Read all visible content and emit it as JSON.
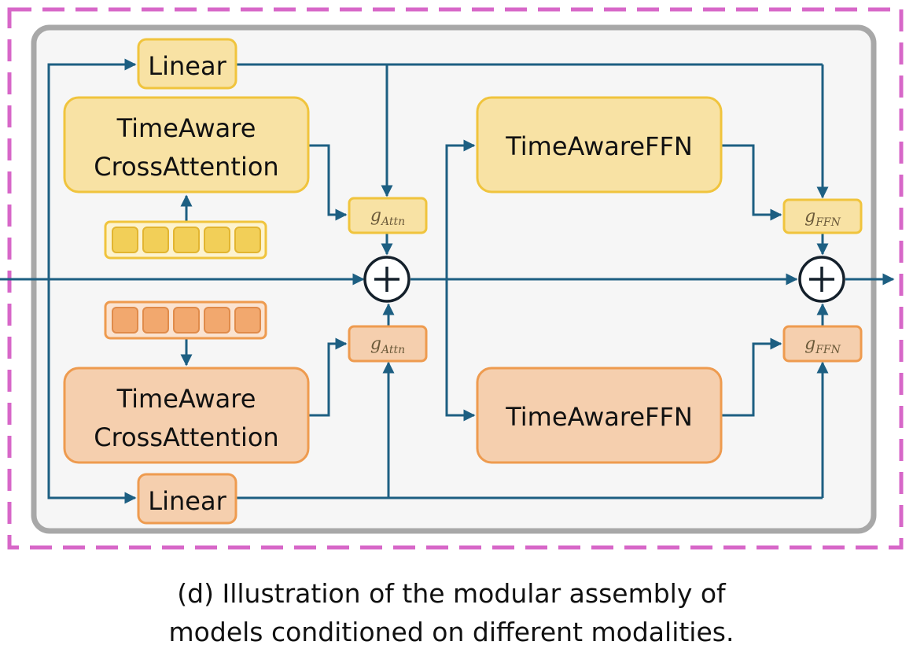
{
  "blocks": {
    "linear_top": "Linear",
    "linear_bottom": "Linear",
    "cross_attention_top": [
      "TimeAware",
      "CrossAttention"
    ],
    "cross_attention_bottom": [
      "TimeAware",
      "CrossAttention"
    ],
    "ffn_top": "TimeAwareFFN",
    "ffn_bottom": "TimeAwareFFN"
  },
  "gates": {
    "attn_top": {
      "base": "g",
      "subscript": "Attn"
    },
    "attn_bottom": {
      "base": "g",
      "subscript": "Attn"
    },
    "ffn_top": {
      "base": "g",
      "subscript": "FFN"
    },
    "ffn_bottom": {
      "base": "g",
      "subscript": "FFN"
    }
  },
  "caption": [
    "(d) Illustration of the modular assembly of",
    "models conditioned on different modalities."
  ],
  "colors": {
    "yellow_fill": "#f8e2a4",
    "yellow_stroke": "#f0c43d",
    "orange_fill": "#f5cfae",
    "orange_stroke": "#ee9b4f",
    "token_yellow": "#f2cf58",
    "token_orange": "#f2a86e",
    "wire": "#1d5f82",
    "panel_fill": "#f6f6f6",
    "panel_stroke": "#a8a8a8",
    "dashed_border": "#d767c8"
  }
}
